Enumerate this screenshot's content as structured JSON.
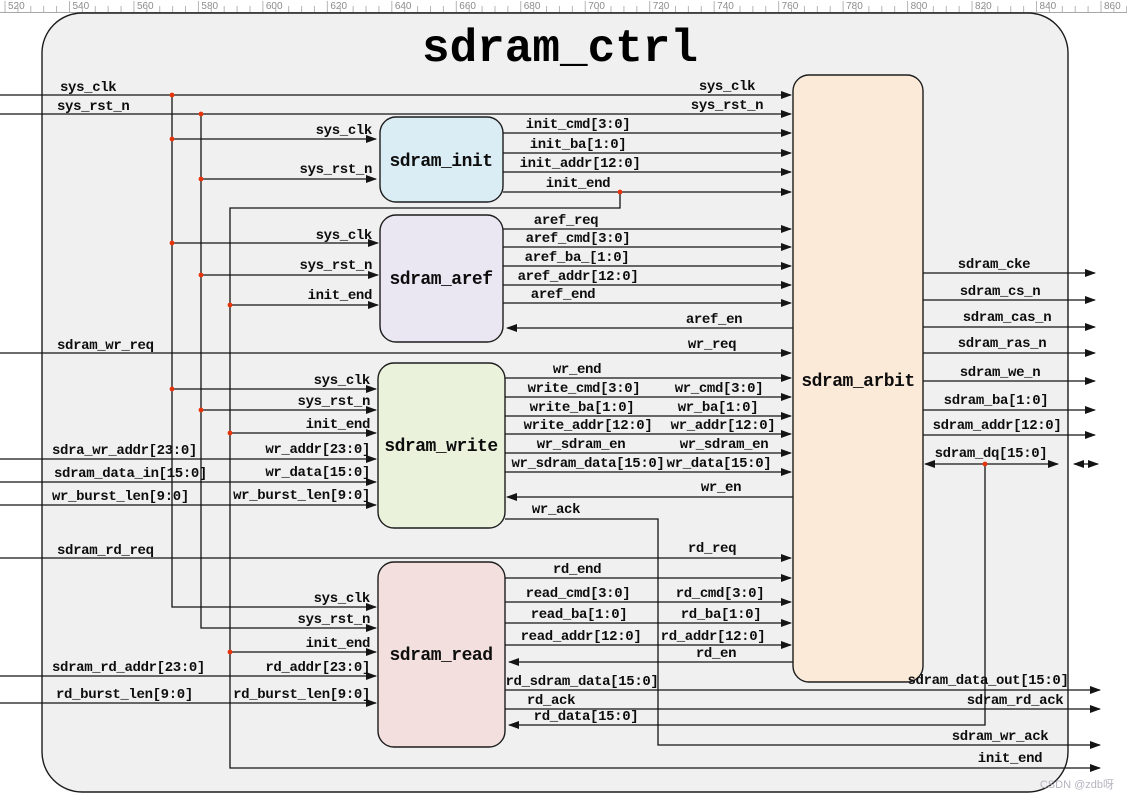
{
  "title": "sdram_ctrl",
  "watermark": "CSDN @zdb呀",
  "ruler": {
    "values": [
      520,
      540,
      560,
      580,
      600,
      620,
      640,
      660,
      680,
      700,
      720,
      740,
      760,
      780,
      800,
      820,
      840,
      860
    ]
  },
  "colors": {
    "canvas": "#f0f0f0",
    "init": "#daecf4",
    "aref": "#eae7f3",
    "write": "#eaf2dc",
    "read": "#f3dfde",
    "arbit": "#fcead9",
    "wire": "#141414",
    "junction": "#e8340c"
  },
  "modules": {
    "init": "sdram_init",
    "aref": "sdram_aref",
    "write": "sdram_write",
    "read": "sdram_read",
    "arbit": "sdram_arbit"
  },
  "sig": {
    "ext": {
      "clk": "sys_clk",
      "rst": "sys_rst_n",
      "wr_req": "sdram_wr_req",
      "wr_addr": "sdra_wr_addr[23:0]",
      "data_in": "sdram_data_in[15:0]",
      "wr_burst": "wr_burst_len[9:0]",
      "rd_req": "sdram_rd_req",
      "rd_addr": "sdram_rd_addr[23:0]",
      "rd_burst": "rd_burst_len[9:0]"
    },
    "init_in": {
      "clk": "sys_clk",
      "rst": "sys_rst_n"
    },
    "aref_in": {
      "clk": "sys_clk",
      "rst": "sys_rst_n",
      "ie": "init_end"
    },
    "write_in": {
      "clk": "sys_clk",
      "rst": "sys_rst_n",
      "ie": "init_end",
      "addr": "wr_addr[23:0]",
      "data": "wr_data[15:0]",
      "burst": "wr_burst_len[9:0]"
    },
    "read_in": {
      "clk": "sys_clk",
      "rst": "sys_rst_n",
      "ie": "init_end",
      "addr": "rd_addr[23:0]",
      "burst": "rd_burst_len[9:0]"
    },
    "arbit_top": {
      "clk": "sys_clk",
      "rst": "sys_rst_n"
    },
    "init_out": {
      "cmd": "init_cmd[3:0]",
      "ba": "init_ba[1:0]",
      "addr": "init_addr[12:0]",
      "end": "init_end"
    },
    "aref_out": {
      "req": "aref_req",
      "cmd": "aref_cmd[3:0]",
      "ba": "aref_ba_[1:0]",
      "addr": "aref_addr[12:0]",
      "end": "aref_end",
      "en": "aref_en"
    },
    "write_io": {
      "req": "wr_req",
      "end": "wr_end",
      "cmd_l": "write_cmd[3:0]",
      "cmd_r": "wr_cmd[3:0]",
      "ba_l": "write_ba[1:0]",
      "ba_r": "wr_ba[1:0]",
      "addr_l": "write_addr[12:0]",
      "addr_r": "wr_addr[12:0]",
      "sen_l": "wr_sdram_en",
      "sen_r": "wr_sdram_en",
      "sdata_l": "wr_sdram_data[15:0]",
      "sdata_r": "wr_data[15:0]",
      "en": "wr_en",
      "ack": "wr_ack"
    },
    "read_io": {
      "req": "rd_req",
      "end": "rd_end",
      "cmd_l": "read_cmd[3:0]",
      "cmd_r": "rd_cmd[3:0]",
      "ba_l": "read_ba[1:0]",
      "ba_r": "rd_ba[1:0]",
      "addr_l": "read_addr[12:0]",
      "addr_r": "rd_addr[12:0]",
      "en": "rd_en",
      "sdata": "rd_sdram_data[15:0]",
      "ack": "rd_ack",
      "data": "rd_data[15:0]"
    },
    "out": {
      "cke": "sdram_cke",
      "cs": "sdram_cs_n",
      "cas": "sdram_cas_n",
      "ras": "sdram_ras_n",
      "we": "sdram_we_n",
      "ba": "sdram_ba[1:0]",
      "addr": "sdram_addr[12:0]",
      "dq": "sdram_dq[15:0]",
      "dout": "sdram_data_out[15:0]",
      "rack": "sdram_rd_ack",
      "wack": "sdram_wr_ack",
      "ie": "init_end"
    }
  }
}
